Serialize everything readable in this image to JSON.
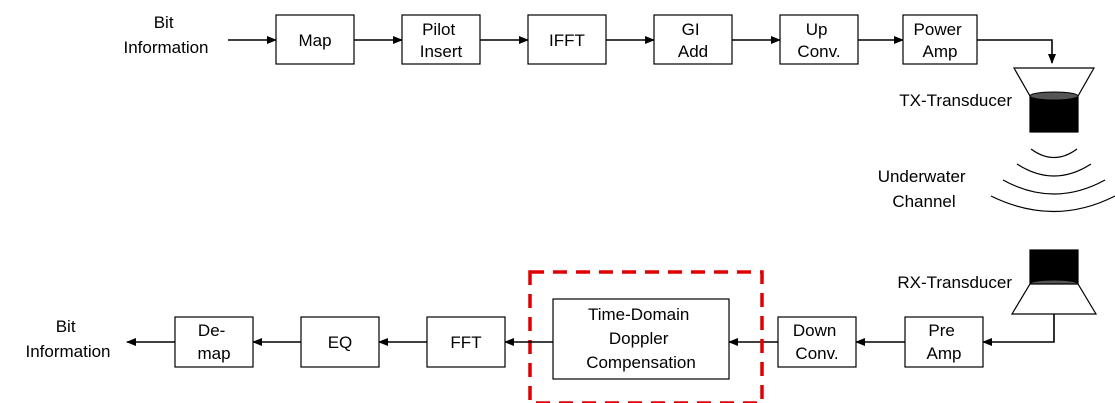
{
  "tx_chain": {
    "input_label": [
      "Bit",
      "Information"
    ],
    "blocks": [
      {
        "id": "map",
        "lines": [
          "Map"
        ]
      },
      {
        "id": "pilot-insert",
        "lines": [
          "Pilot",
          "Insert"
        ]
      },
      {
        "id": "ifft",
        "lines": [
          "IFFT"
        ]
      },
      {
        "id": "gi-add",
        "lines": [
          "GI",
          "Add"
        ]
      },
      {
        "id": "up-conv",
        "lines": [
          "Up",
          "Conv."
        ]
      },
      {
        "id": "power-amp",
        "lines": [
          "Power",
          "Amp"
        ]
      }
    ]
  },
  "channel": {
    "tx_transducer": "TX-Transducer",
    "channel_label": [
      "Underwater",
      "Channel"
    ],
    "rx_transducer": "RX-Transducer"
  },
  "rx_chain": {
    "output_label": [
      "Bit",
      "Information"
    ],
    "blocks": [
      {
        "id": "pre-amp",
        "lines": [
          "Pre",
          "Amp"
        ]
      },
      {
        "id": "down-conv",
        "lines": [
          "Down",
          "Conv."
        ]
      },
      {
        "id": "time-domain-doppler-compensation",
        "lines": [
          "Time-Domain",
          "Doppler",
          "Compensation"
        ],
        "highlighted": true
      },
      {
        "id": "fft",
        "lines": [
          "FFT"
        ]
      },
      {
        "id": "eq",
        "lines": [
          "EQ"
        ]
      },
      {
        "id": "de-map",
        "lines": [
          "De-",
          "map"
        ]
      }
    ]
  },
  "colors": {
    "highlight": "#e00000",
    "stroke": "#000000",
    "background": "#ffffff"
  }
}
